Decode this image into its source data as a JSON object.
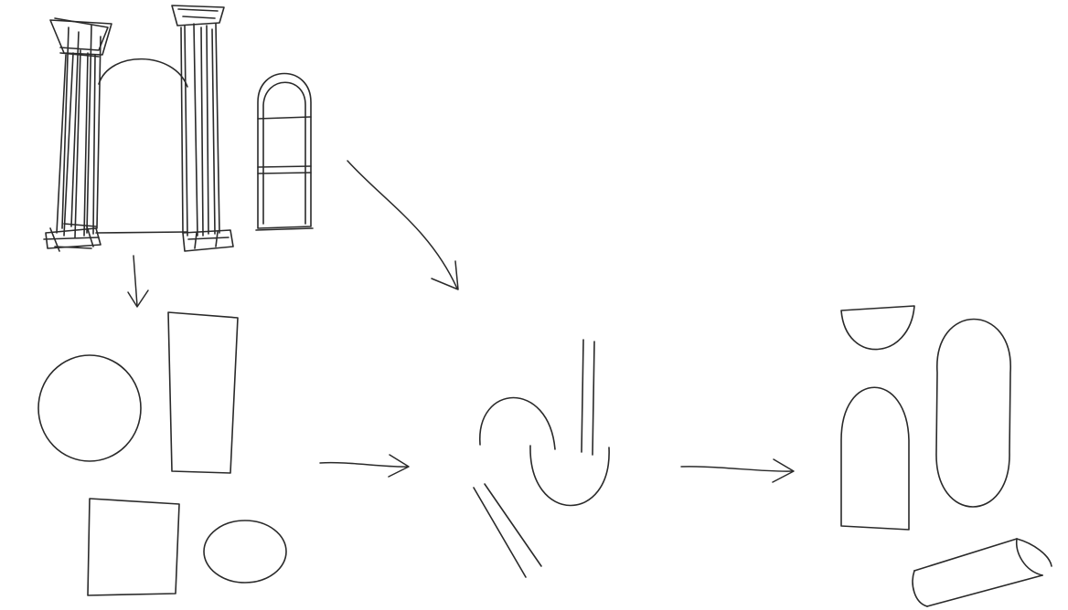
{
  "colors": {
    "background": "#ffffff",
    "ink": "#2a2a2a",
    "ink_light": "#555555"
  },
  "diagram": {
    "kind": "hand-drawn shape decomposition sketch",
    "groups": [
      "column-arch-source",
      "primitive-shapes",
      "cut-arch-pieces",
      "assembled-result"
    ]
  }
}
